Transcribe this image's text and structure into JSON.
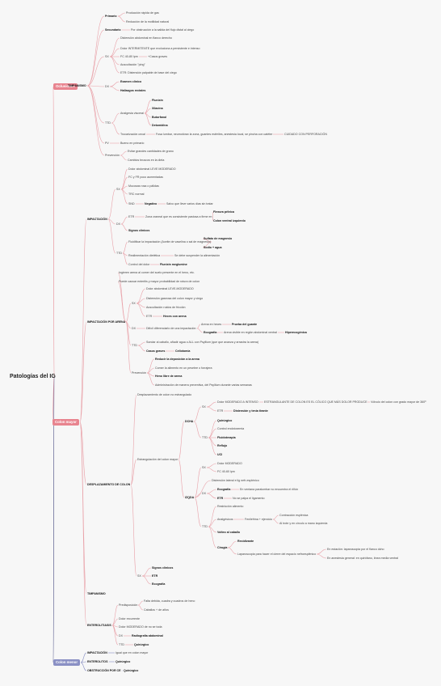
{
  "root": "Patologías del IG",
  "colors": {
    "pink": "#e8848f",
    "blue": "#8a90c4",
    "rose_line": "#e9a3aa",
    "navy_line": "#3c3f7a"
  },
  "main": [
    {
      "id": "oc",
      "label": "Oclusiones"
    },
    {
      "id": "cm",
      "label": "Colon mayor"
    },
    {
      "id": "cme",
      "label": "Colon menor"
    }
  ],
  "nodes": [
    {
      "id": "n_timp1",
      "t": "TIMPANISMO",
      "b": true
    },
    {
      "id": "n_prim",
      "t": "Primario",
      "b": true
    },
    {
      "id": "n_prod",
      "t": "Producción rápida de gas"
    },
    {
      "id": "n_redu",
      "t": "Reducción de la motilidad natural"
    },
    {
      "id": "n_secu",
      "t": "Secundario",
      "b": true
    },
    {
      "id": "n_porob",
      "t": "Por obstrucción a la salida del flujo distal al ciego"
    },
    {
      "id": "n_sx1",
      "t": "SX"
    },
    {
      "id": "n_dist",
      "t": "Distensión abdominal en flanco derecho"
    },
    {
      "id": "n_dolor1",
      "t": "Dolor INTERMITENTE que evoluciona a persistente e intenso"
    },
    {
      "id": "n_fc1",
      "t": "FC 40-80 lpm"
    },
    {
      "id": "n_casos",
      "t": "+Casos graves"
    },
    {
      "id": "n_ausc",
      "t": "Auscultación \"ping\""
    },
    {
      "id": "n_etr1",
      "t": "ETR: Distensión palpable de base del ciego"
    },
    {
      "id": "n_dx1",
      "t": "DX"
    },
    {
      "id": "n_exam",
      "t": "Examen clínico",
      "b": true
    },
    {
      "id": "n_hall",
      "t": "Hallazgos rectales",
      "b": true
    },
    {
      "id": "n_ttd1",
      "t": "TTD"
    },
    {
      "id": "n_anal",
      "t": "Analgesia visceral"
    },
    {
      "id": "n_flun1",
      "t": "Flunixin",
      "b": true
    },
    {
      "id": "n_xila",
      "t": "Xilacina",
      "b": true
    },
    {
      "id": "n_buto",
      "t": "Butorfanol",
      "b": true
    },
    {
      "id": "n_deto",
      "t": "Detomidina",
      "b": true
    },
    {
      "id": "n_troc",
      "t": "Trocarización cecal"
    },
    {
      "id": "n_fosa",
      "t": "Fosa lumbar, neumotórax la zona, guantes estériles, anestesia local, se pincha con catéter"
    },
    {
      "id": "n_cuid",
      "t": "CUIDADO CON PERFORACIÓN"
    },
    {
      "id": "n_pv1",
      "t": "PV"
    },
    {
      "id": "n_buen",
      "t": "Bueno en primario"
    },
    {
      "id": "n_prev1",
      "t": "Prevención"
    },
    {
      "id": "n_evit",
      "t": "Evitar grandes cantidades de grano"
    },
    {
      "id": "n_camb",
      "t": "Cambios bruscos en la dieta"
    },
    {
      "id": "n_impa",
      "t": "IMPACTACIÓN",
      "b": true
    },
    {
      "id": "n_sx2",
      "t": "SX"
    },
    {
      "id": "n_dol2",
      "t": "Dolor abdominal LEVE MODERADO"
    },
    {
      "id": "n_fcfr",
      "t": "FC y FR poco aumentadas"
    },
    {
      "id": "n_muco",
      "t": "Mucosas rosa o pálidas"
    },
    {
      "id": "n_trc",
      "t": "TRC normal"
    },
    {
      "id": "n_snd",
      "t": "SND"
    },
    {
      "id": "n_nega",
      "t": "Negativo",
      "b": true
    },
    {
      "id": "n_salv",
      "t": "Salvo que lleve varios días sin tratar"
    },
    {
      "id": "n_dx2",
      "t": "DX"
    },
    {
      "id": "n_etr2",
      "t": "ETR"
    },
    {
      "id": "n_cran",
      "t": "Zona craneal que es consistente pastosa a firme en"
    },
    {
      "id": "n_flex",
      "t": "Flexura pélvica",
      "b": true
    },
    {
      "id": "n_cven",
      "t": "Colon ventral izquierdo",
      "b": true
    },
    {
      "id": "n_sign1",
      "t": "Signos clínicos",
      "b": true
    },
    {
      "id": "n_ttd2",
      "t": "TTD"
    },
    {
      "id": "n_fluid",
      "t": "Fluidificar la impactación (Aceite de vaselina o sal de magnesio)"
    },
    {
      "id": "n_sulf",
      "t": "Sulfato de magnesio",
      "b": true
    },
    {
      "id": "n_sodi",
      "t": "Sodio + agua",
      "b": true
    },
    {
      "id": "n_real",
      "t": "Realimentación dietética"
    },
    {
      "id": "n_debe",
      "t": "Se debe suspender la alimentación"
    },
    {
      "id": "n_ctrl",
      "t": "Control del dolor"
    },
    {
      "id": "n_flun2",
      "t": "Flunixin meglumine",
      "b": true
    },
    {
      "id": "n_impar",
      "t": "IMPACTACIÓN POR ARENA",
      "b": true
    },
    {
      "id": "n_ingi",
      "t": "Ingieren arena al comer del suelo presente en el heno, etc."
    },
    {
      "id": "n_pued",
      "t": "Puede causar enteritis y mayor probabilidad de rotura de colon"
    },
    {
      "id": "n_sx3",
      "t": "SX"
    },
    {
      "id": "n_dol3",
      "t": "Dolor abdominal LEVE-MODERADO"
    },
    {
      "id": "n_diar",
      "t": "Distensión gaseosa del colon mayor y ciego"
    },
    {
      "id": "n_ausc2",
      "t": "Auscultación ruidos de fricción"
    },
    {
      "id": "n_etr3",
      "t": "ETR"
    },
    {
      "id": "n_hece",
      "t": "Heces con arena",
      "b": true
    },
    {
      "id": "n_dx3",
      "t": "DX"
    },
    {
      "id": "n_cdif",
      "t": "Difícil diferenciarlo de una impactación"
    },
    {
      "id": "n_aren",
      "t": "Arena en heces"
    },
    {
      "id": "n_prue",
      "t": "Prueba del guante",
      "b": true
    },
    {
      "id": "n_ecog",
      "t": "Ecografía",
      "b": true
    },
    {
      "id": "n_arvi",
      "t": "Arena visible en región abdominal ventral"
    },
    {
      "id": "n_hipe",
      "t": "Hiperecogénica",
      "b": true
    },
    {
      "id": "n_ttd3",
      "t": "TTD"
    },
    {
      "id": "n_sond",
      "t": "Sondar al caballo, añadir agua o ALL con Psyllium (que que avanza y arrastra la arena)"
    },
    {
      "id": "n_caso",
      "t": "Casos graves",
      "b": true
    },
    {
      "id": "n_celi",
      "t": "Celiotomía",
      "b": true
    },
    {
      "id": "n_prev2",
      "t": "Prevención"
    },
    {
      "id": "n_redu2",
      "t": "Reducir la deposición a la arena",
      "b": true
    },
    {
      "id": "n_come",
      "t": "Comer la alimento en un pesebre o forrajera"
    },
    {
      "id": "n_heno",
      "t": "Heno libre de arena",
      "b": true
    },
    {
      "id": "n_admi",
      "t": "Administración de manera preventiva, del Psyllium durante varias semanas"
    },
    {
      "id": "n_desp",
      "t": "DESPLAZAMIENTO DE COLON",
      "b": true
    },
    {
      "id": "n_desp2",
      "t": "Desplazamiento de colon no estrangulado"
    },
    {
      "id": "n_estr",
      "t": "Estrangulación del colon mayor"
    },
    {
      "id": "n_dcha",
      "t": "DCHA",
      "b": true
    },
    {
      "id": "n_sx4",
      "t": "SX"
    },
    {
      "id": "n_dmod",
      "t": "Dolor MODERADO A INTENSO"
    },
    {
      "id": "n_estc",
      "t": "ESTRANGULANTE DE COLON ES EL CÓLICO QUE MÁS DOLOR PRODUCE"
    },
    {
      "id": "n_vol",
      "t": "Vólvulo del colon con grado mayor de 360º"
    },
    {
      "id": "n_etr4",
      "t": "ETR"
    },
    {
      "id": "n_dist2",
      "t": "Distensión y tenia tirante",
      "b": true
    },
    {
      "id": "n_ttd4",
      "t": "TTD"
    },
    {
      "id": "n_quir",
      "t": "Quirúrgico",
      "b": true
    },
    {
      "id": "n_cont",
      "t": "Control endotoxemia"
    },
    {
      "id": "n_flui",
      "t": "Fluidoterapia",
      "b": true
    },
    {
      "id": "n_refl",
      "t": "Reflujo",
      "b": true
    },
    {
      "id": "n_uci",
      "t": "UCI",
      "b": true
    },
    {
      "id": "n_izda",
      "t": "IZQDA",
      "b": true
    },
    {
      "id": "n_sx5",
      "t": "SX"
    },
    {
      "id": "n_dmod2",
      "t": "Dolor MODERADO"
    },
    {
      "id": "n_fc5",
      "t": "FC 40-60 lpm"
    },
    {
      "id": "n_dist3",
      "t": "Distensión lateral e lig nefr-esplénico"
    },
    {
      "id": "n_dx5",
      "t": "DX"
    },
    {
      "id": "n_ecog2",
      "t": "Ecografía",
      "b": true
    },
    {
      "id": "n_rino",
      "t": "En ventana paralumbar no encuentra el riñón"
    },
    {
      "id": "n_etr5",
      "t": "ETR",
      "b": true
    },
    {
      "id": "n_nopa",
      "t": "No se palpa el ligamento"
    },
    {
      "id": "n_ttd5",
      "t": "TTD"
    },
    {
      "id": "n_rest",
      "t": "Restricción alimento"
    },
    {
      "id": "n_anas",
      "t": "Analgésicos"
    },
    {
      "id": "n_fenl",
      "t": "Fenilefrina + ejercicio"
    },
    {
      "id": "n_cont2",
      "t": "Contracción esplénica"
    },
    {
      "id": "n_alti",
      "t": "Al trote y en círculo a mano izquierda"
    },
    {
      "id": "n_rodr",
      "t": "Volteo al caballo",
      "b": true
    },
    {
      "id": "n_ciru",
      "t": "Cirugía",
      "b": true
    },
    {
      "id": "n_reci",
      "t": "Recidivante",
      "b": true
    },
    {
      "id": "n_lapa",
      "t": "Laparoscopia para hacer el cierre del espacio nefroesplénico"
    },
    {
      "id": "n_esta",
      "t": "En estación: laparoscopia por el flanco dcho"
    },
    {
      "id": "n_anes",
      "t": "En anestesia general: en quirófano, línea media ventral"
    },
    {
      "id": "n_sx6",
      "t": "SX"
    },
    {
      "id": "n_sign2",
      "t": "Signos clínicos",
      "b": true
    },
    {
      "id": "n_etr6",
      "t": "ETR",
      "b": true
    },
    {
      "id": "n_ecog3",
      "t": "Ecografía",
      "b": true
    },
    {
      "id": "n_timp2",
      "t": "TIMPANISMO",
      "b": true
    },
    {
      "id": "n_ente",
      "t": "ENTEROLITIASIS",
      "b": true
    },
    {
      "id": "n_pred",
      "t": "Predisposición"
    },
    {
      "id": "n_fact",
      "t": "Falta debida, cuadra y cuadros de heno"
    },
    {
      "id": "n_caba",
      "t": "Caballos + de años"
    },
    {
      "id": "n_cdol",
      "t": "Dolor recurrente"
    },
    {
      "id": "n_dmod3",
      "t": "Dolor MODERADO de no se toda"
    },
    {
      "id": "n_dx7",
      "t": "DX"
    },
    {
      "id": "n_radi",
      "t": "Radiografía abdominal",
      "b": true
    },
    {
      "id": "n_ttd7",
      "t": "TTD"
    },
    {
      "id": "n_quir2",
      "t": "Quirúrgico",
      "b": true
    },
    {
      "id": "n_imp3",
      "t": "IMPACTACIÓN",
      "b": true
    },
    {
      "id": "n_ipq",
      "t": "Igual que en colon mayor"
    },
    {
      "id": "n_ente2",
      "t": "ENTEROLITOS",
      "b": true
    },
    {
      "id": "n_quir3",
      "t": "Quirúrgico",
      "b": true
    },
    {
      "id": "n_obst",
      "t": "OBSTRUCCIÓN POR CE",
      "b": true
    },
    {
      "id": "n_quir4",
      "t": "Quirúrgico",
      "b": true
    }
  ]
}
